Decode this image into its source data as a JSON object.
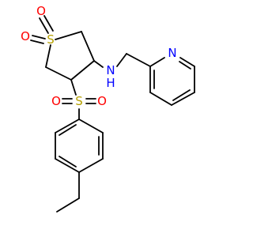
{
  "colors": {
    "bond": "#000000",
    "oxygen": "#ff0000",
    "sulfur": "#b5a000",
    "nitrogen": "#0000ff",
    "background": "#ffffff"
  },
  "atoms": {
    "o1": "O",
    "o2": "O",
    "s_ring": "S",
    "o3": "O",
    "o4": "O",
    "s_sulfonyl": "S",
    "n_amine": "N",
    "h_amine": "H",
    "n_pyridine": "N"
  }
}
